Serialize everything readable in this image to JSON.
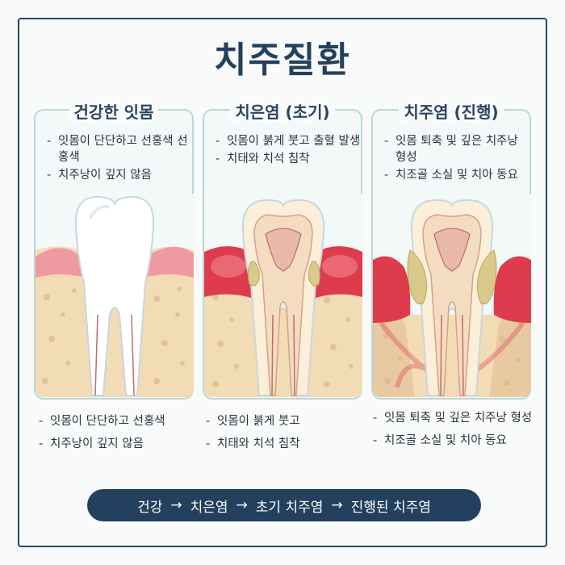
{
  "title": "치주질환",
  "panels": [
    {
      "title": "건강한 잇몸",
      "top_items": [
        "잇몸이 단단하고 선홍색 선홍색",
        "치주낭이 깊지 않음"
      ],
      "bottom_items": [
        "잇몸이 단단하고 선홍색",
        "치주낭이 깊지 않음"
      ]
    },
    {
      "title": "치은염 (초기)",
      "top_items": [
        "잇몸이 붉게 붓고 출혈 발생",
        "치태와 치석 침착"
      ],
      "bottom_items": [
        "잇몸이 붉게 붓고",
        "치태와 치석 침착"
      ]
    },
    {
      "title": "치주염 (진행)",
      "top_items": [
        "잇몸 퇴축 및 깊은 치주낭 형성",
        "치조골 소실 및 치아 동요"
      ],
      "bottom_items": [
        "잇몸 퇴축 및 깊은 치주낭 형성",
        "치조골 소실 및 치아 동요"
      ]
    }
  ],
  "progression": {
    "steps": [
      "건강",
      "치은염",
      "초기 치주염",
      "진행된 치주염"
    ],
    "arrow": "→"
  },
  "colors": {
    "title": "#24405f",
    "panel_border": "#b9d7d8",
    "bone": "#f2dcb6",
    "gum_healthy": "#ef9aa0",
    "gum_inflamed": "#de3c4c",
    "tartar": "#d9c98a",
    "banner": "#24405f"
  }
}
